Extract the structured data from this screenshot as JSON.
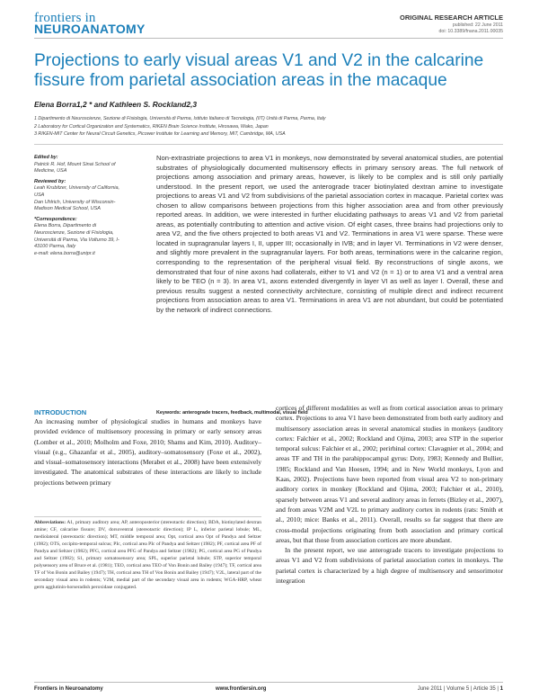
{
  "header": {
    "logo_line1": "frontiers in",
    "logo_line2": "NEUROANATOMY",
    "article_type": "ORIGINAL RESEARCH ARTICLE",
    "published": "published: 22 June 2011",
    "doi": "doi: 10.3389/fnana.2011.00035"
  },
  "title": "Projections to early visual areas V1 and V2 in the calcarine fissure from parietal association areas in the macaque",
  "authors": "Elena Borra1,2 * and Kathleen S. Rockland2,3",
  "affiliations": [
    "1 Dipartimento di Neuroscienze, Sezione di Fisiologia, Università di Parma, Istituto Italiano di Tecnologia, (IIT) Unità di Parma, Parma, Italy",
    "2 Laboratory for Cortical Organization and Systematics, RIKEN Brain Science Institute, Hirosawa, Wako, Japan",
    "3 RIKEN-MIT Center for Neural Circuit Genetics, Picower Institute for Learning and Memory, MIT, Cambridge, MA, USA"
  ],
  "sidebar": {
    "edited_by_label": "Edited by:",
    "edited_by": "Patrick R. Hof, Mount Sinai School of Medicine, USA",
    "reviewed_by_label": "Reviewed by:",
    "reviewed_by": "Leah Krubitzer, University of California, USA\nDan Uhlrich, University of Wisconsin-Madison Medical School, USA",
    "correspondence_label": "*Correspondence:",
    "correspondence": "Elena Borra, Dipartimento di Neuroscienze, Sezione di Fisiologia, Università di Parma, Via Volturno 39, I-43100 Parma, Italy\ne-mail: elena.borra@unipr.it"
  },
  "abstract": "Non-extrastriate projections to area V1 in monkeys, now demonstrated by several anatomical studies, are potential substrates of physiologically documented multisensory effects in primary sensory areas. The full network of projections among association and primary areas, however, is likely to be complex and is still only partially understood. In the present report, we used the anterograde tracer biotinylated dextran amine to investigate projections to areas V1 and V2 from subdivisions of the parietal association cortex in macaque. Parietal cortex was chosen to allow comparisons between projections from this higher association area and from other previously reported areas. In addition, we were interested in further elucidating pathways to areas V1 and V2 from parietal areas, as potentially contributing to attention and active vision. Of eight cases, three brains had projections only to area V2, and the five others projected to both areas V1 and V2. Terminations in area V1 were sparse. These were located in supragranular layers I, II, upper III; occasionally in IVB; and in layer VI. Terminations in V2 were denser, and slightly more prevalent in the supragranular layers. For both areas, terminations were in the calcarine region, corresponding to the representation of the peripheral visual field. By reconstructions of single axons, we demonstrated that four of nine axons had collaterals, either to V1 and V2 (n = 1) or to area V1 and a ventral area likely to be TEO (n = 3). In area V1, axons extended divergently in layer VI as well as layer I. Overall, these and previous results suggest a nested connectivity architecture, consisting of multiple direct and indirect recurrent projections from association areas to area V1. Terminations in area V1 are not abundant, but could be potentiated by the network of indirect connections.",
  "keywords_label": "Keywords:",
  "keywords": "anterograde tracers, feedback, multimodal, visual field",
  "intro_heading": "INTRODUCTION",
  "intro_left": "An increasing number of physiological studies in humans and monkeys have provided evidence of multisensory processing in primary or early sensory areas (Lomber et al., 2010; Molholm and Foxe, 2010; Shams and Kim, 2010). Auditory–visual (e.g., Ghazanfar et al., 2005), auditory–somatosensory (Foxe et al., 2002), and visual–somatosensory interactions (Merabet et al., 2008) have been extensively investigated. The anatomical substrates of these interactions are likely to include projections between primary",
  "abbreviations_label": "Abbreviations:",
  "abbreviations": "A1, primary auditory area; AP, anteroposterior (stereotactic direction); BDA, biotinylated dextran amine; CF, calcarine fissure; DV, dorsoventral (stereotactic direction); IP L, inferior parietal lobule; ML, mediolateral (stereotactic direction); MT, middle temporal area; Opt, cortical area Opt of Pandya and Seltzer (1982); OTS, occipito-temporal sulcus; PIc, cortical area PIc of Pandya and Seltzer (1982); PF, cortical area PF of Pandya and Seltzer (1982); PFG, cortical area PFG of Pandya and Seltzer (1982); PG, cortical area PG of Pandya and Seltzer (1982); S1, primary somatosensory area; SPL, superior parietal lobule; STP, superior temporal polysensory area of Bruce et al. (1981); TEO, cortical area TEO of Von Bonin and Bailey (1947); TF, cortical area TF of Von Bonin and Bailey (1947); TH, cortical area TH of Von Bonin and Bailey (1947); V2L, lateral part of the secondary visual area in rodents; V2M, medial part of the secondary visual area in rodents; WGA-HRP, wheat germ agglutinin-horseradish peroxidase conjugated.",
  "intro_right_p1": "cortices of different modalities as well as from cortical association areas to primary cortex. Projections to area V1 have been demonstrated from both early auditory and multisensory association areas in several anatomical studies in monkeys (auditory cortex: Falchier et al., 2002; Rockland and Ojima, 2003; area STP in the superior temporal sulcus: Falchier et al., 2002; perirhinal cortex: Clavagnier et al., 2004; and areas TF and TH in the parahippocampal gyrus: Doty, 1983; Kennedy and Bullier, 1985; Rockland and Van Hoesen, 1994; and in New World monkeys, Lyon and Kaas, 2002). Projections have been reported from visual area V2 to non-primary auditory cortex in monkey (Rockland and Ojima, 2003; Falchier et al., 2010), sparsely between areas V1 and several auditory areas in ferrets (Bizley et al., 2007), and from areas V2M and V2L to primary auditory cortex in rodents (rats: Smith et al., 2010; mice: Banks et al., 2011). Overall, results so far suggest that there are cross-modal projections originating from both association and primary cortical areas, but that those from association cortices are more abundant.",
  "intro_right_p2": "In the present report, we use anterograde tracers to investigate projections to areas V1 and V2 from subdivisions of parietal association cortex in monkeys. The parietal cortex is characterized by a high degree of multisensory and sensorimotor integration",
  "footer": {
    "journal": "Frontiers in Neuroanatomy",
    "url": "www.frontiersin.org",
    "issue": "June 2011 | Volume 5 | Article 35 |",
    "page": "1"
  }
}
